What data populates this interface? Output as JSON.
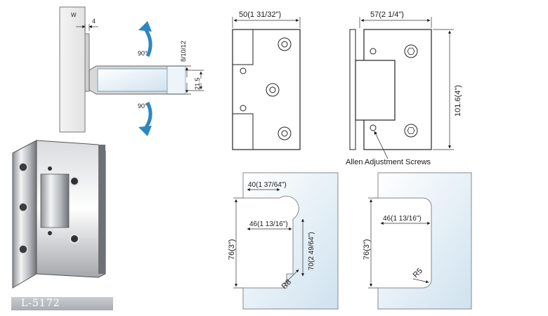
{
  "side_view": {
    "dim_thickness": "4",
    "dim_glass": "8/10/12",
    "dim_offset": "21.5",
    "angle_top": "90°",
    "angle_bottom": "90°",
    "wall_mark": "W"
  },
  "front_view_a": {
    "width_label": "50(1 31/32\")"
  },
  "front_view_b": {
    "width_label": "57(2 1/4\")",
    "height_label": "101.6(4\")",
    "callout": "Allen Adjustment Screws"
  },
  "cutout_a": {
    "dim_top": "40(1 37/64\")",
    "dim_depth": "46(1 13/16\")",
    "dim_height": "76(3\")",
    "dim_inner": "70(2 49/64\")",
    "radius": "R8"
  },
  "cutout_b": {
    "dim_depth": "46(1 13/16\")",
    "dim_height": "76(3\")",
    "radius": "R5"
  },
  "product_code": "L-5172",
  "colors": {
    "arrow": "#2e86c1",
    "glass": "#dcebf4",
    "label_bg": "#b4b8bd"
  }
}
